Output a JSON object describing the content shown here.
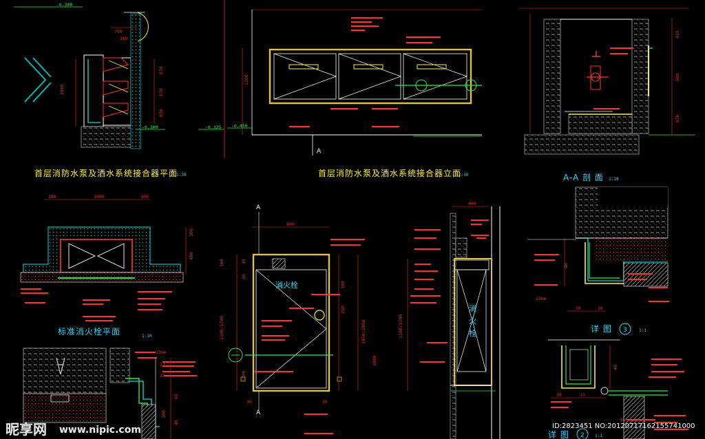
{
  "colors": {
    "background": "#000000",
    "outline": "#ffffff",
    "dimension": "#ff2020",
    "cabinet_body": "#e2c23a",
    "wall_teal": "#00b8b8",
    "pipe_green": "#22ee44",
    "text_cyan": "#28d8ff",
    "text_yellow": "#ffef32",
    "hatch": "#c8c8c8"
  },
  "panels": {
    "plan": {
      "title": "首层消防水泵及洒水系统接合器平面",
      "scale": "1:30",
      "dims": [
        "750",
        "200",
        "670",
        "670",
        "670",
        "2000"
      ],
      "levels": [
        "-0.300",
        "-0.300",
        "-0.325"
      ]
    },
    "elevation": {
      "title": "首层消防水泵及洒水系统接合器立面",
      "scale": "1:30",
      "dims": [
        "1200"
      ],
      "level": "-0.450",
      "section_mark": "A"
    },
    "aa_section": {
      "title": "A-A 剖 面",
      "scale": "1:10",
      "dims": [
        "425",
        "500",
        "670"
      ]
    },
    "hydrant_plan": {
      "title": "标准消火栓平面",
      "scale": "1:10",
      "dims": [
        "100",
        "1000",
        "100",
        "100",
        "400"
      ]
    },
    "hydrant_elevation": {
      "label": "消火栓",
      "section_mark_top": "A",
      "section_mark_bottom": "A",
      "dims": [
        "800",
        "160",
        "30",
        "30",
        "100",
        "250",
        "1950/1950",
        "1100/1700",
        "2000",
        "30",
        "1200",
        "30"
      ]
    },
    "hydrant_section": {
      "label_1": "消",
      "label_2": "火",
      "label_3": "栓",
      "dims": [
        "400",
        "1100/1700"
      ]
    },
    "detail_3": {
      "title": "详 图",
      "number": "3",
      "scale": "1:1",
      "dims": [
        "15mm",
        "40",
        "30",
        "10"
      ]
    },
    "detail_2": {
      "title": "详 图",
      "number": "2",
      "scale": "1:1",
      "dims": [
        "30",
        "13",
        "40",
        "10"
      ]
    },
    "detail_1": {
      "dims": [
        "13mm",
        "23",
        "25",
        "65",
        "100",
        "40"
      ]
    }
  },
  "watermark": {
    "brand": "昵享网",
    "url": "www.nipic.com",
    "id_text": "ID:2823451 NO:20120717162155741000"
  }
}
